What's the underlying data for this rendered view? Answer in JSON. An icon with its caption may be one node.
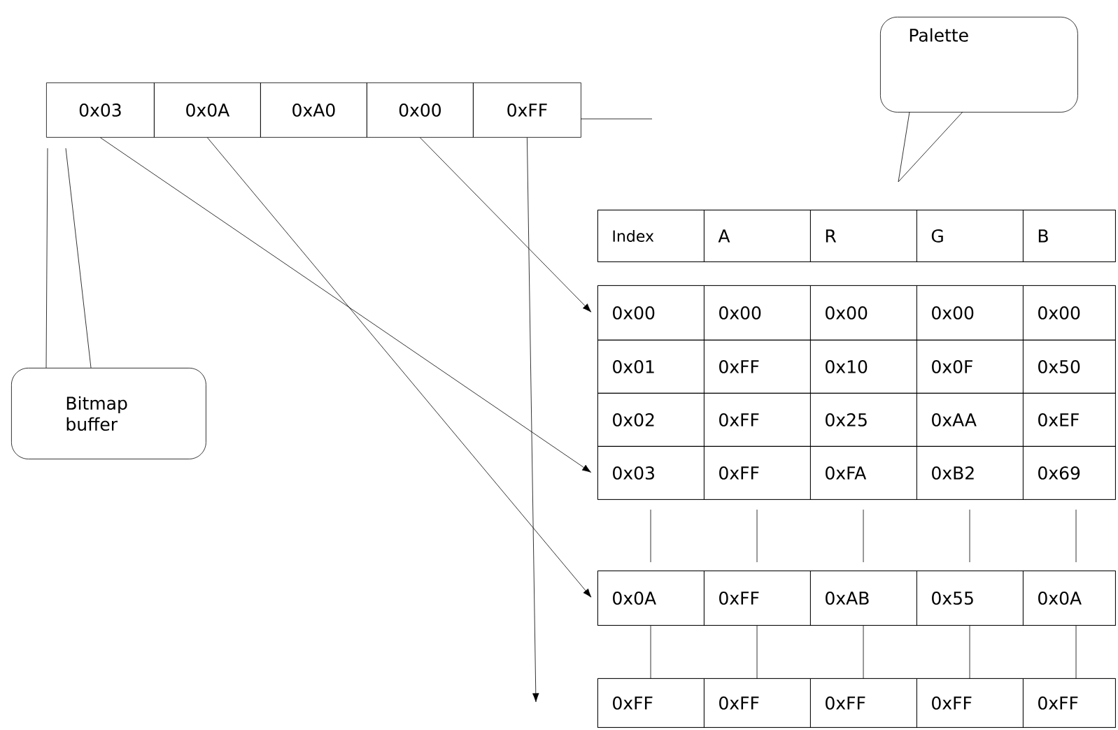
{
  "diagram": {
    "nodes": [
      {
        "text": [
          "0x03"
        ]
      },
      {
        "text": [
          "0x0A"
        ]
      },
      {
        "text": [
          "0xA0"
        ]
      },
      {
        "text": [
          "0x00"
        ]
      },
      {
        "text": [
          "0xFF"
        ]
      },
      {
        "text": [
          "Bitmap buffer"
        ]
      },
      {
        "text": [
          "Palette"
        ]
      },
      {
        "text": [
          "Index",
          "A",
          "R",
          "G",
          "B"
        ]
      },
      {
        "text": [
          "0x00",
          "0x00",
          "0x00",
          "0x00",
          "0x00"
        ]
      },
      {
        "text": [
          "0x01",
          "0xFF",
          "0x10",
          "0x0F",
          "0x50"
        ]
      },
      {
        "text": [
          "0x02",
          "0xFF",
          "0x25",
          "0xAA",
          "0xEF"
        ]
      },
      {
        "text": [
          "0x03",
          "0xFF",
          "0xFA",
          "0xB2",
          "0x69"
        ]
      },
      {
        "text": [
          "0x0A",
          "0xFF",
          "0xAB",
          "0x55",
          "0x0A"
        ]
      },
      {
        "text": [
          "0xFF",
          "0xFF",
          "0xFF",
          "0xFF",
          "0xFF"
        ]
      }
    ],
    "edges": [
      {
        "from": 0,
        "to": 11,
        "arrow": "to"
      },
      {
        "from": 1,
        "to": 12,
        "arrow": "to"
      },
      {
        "from": 3,
        "to": 8,
        "arrow": "to"
      },
      {
        "from": 4,
        "to": 13,
        "arrow": "to"
      },
      {
        "from": 11,
        "to": 12,
        "arrow": "none"
      },
      {
        "from": 11,
        "to": 12,
        "arrow": "none"
      },
      {
        "from": 11,
        "to": 12,
        "arrow": "none"
      },
      {
        "from": 11,
        "to": 12,
        "arrow": "none"
      },
      {
        "from": 11,
        "to": 12,
        "arrow": "none"
      },
      {
        "from": 12,
        "to": 13,
        "arrow": "none"
      },
      {
        "from": 12,
        "to": 13,
        "arrow": "none"
      },
      {
        "from": 12,
        "to": 13,
        "arrow": "none"
      },
      {
        "from": 12,
        "to": 13,
        "arrow": "none"
      },
      {
        "from": 12,
        "to": 13,
        "arrow": "none"
      }
    ]
  }
}
